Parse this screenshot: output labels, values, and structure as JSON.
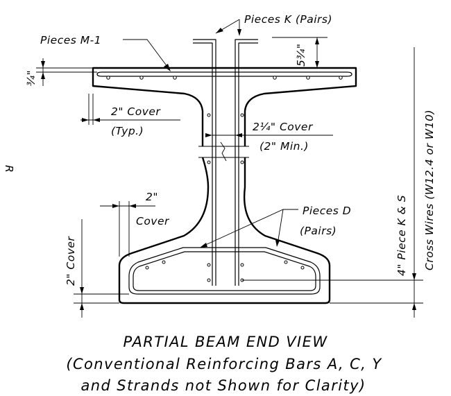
{
  "labels": {
    "pieces_k": "Pieces K (Pairs)",
    "pieces_m1": "Pieces M-1",
    "dim_five_three_quarters": "5¾\"",
    "dim_three_quarters": "¾\"",
    "cover_2in": "2\" Cover",
    "typ": "(Typ.)",
    "cover_2_quarter": "2¼\" Cover",
    "min_2in": "(2\" Min.)",
    "two_inch": "2\"",
    "cover": "Cover",
    "cover_2in_vertical": "2\" Cover",
    "pieces_d": "Pieces D",
    "pairs": "(Pairs)",
    "piece_k_s": "4\" Piece K & S",
    "cross_wires": "Cross Wires (W12.4 or W10)",
    "edge_mark": "R"
  },
  "caption": {
    "line1": "PARTIAL BEAM END VIEW",
    "line2": "(Conventional Reinforcing Bars A, C, Y",
    "line3": "and Strands not Shown for Clarity)"
  }
}
